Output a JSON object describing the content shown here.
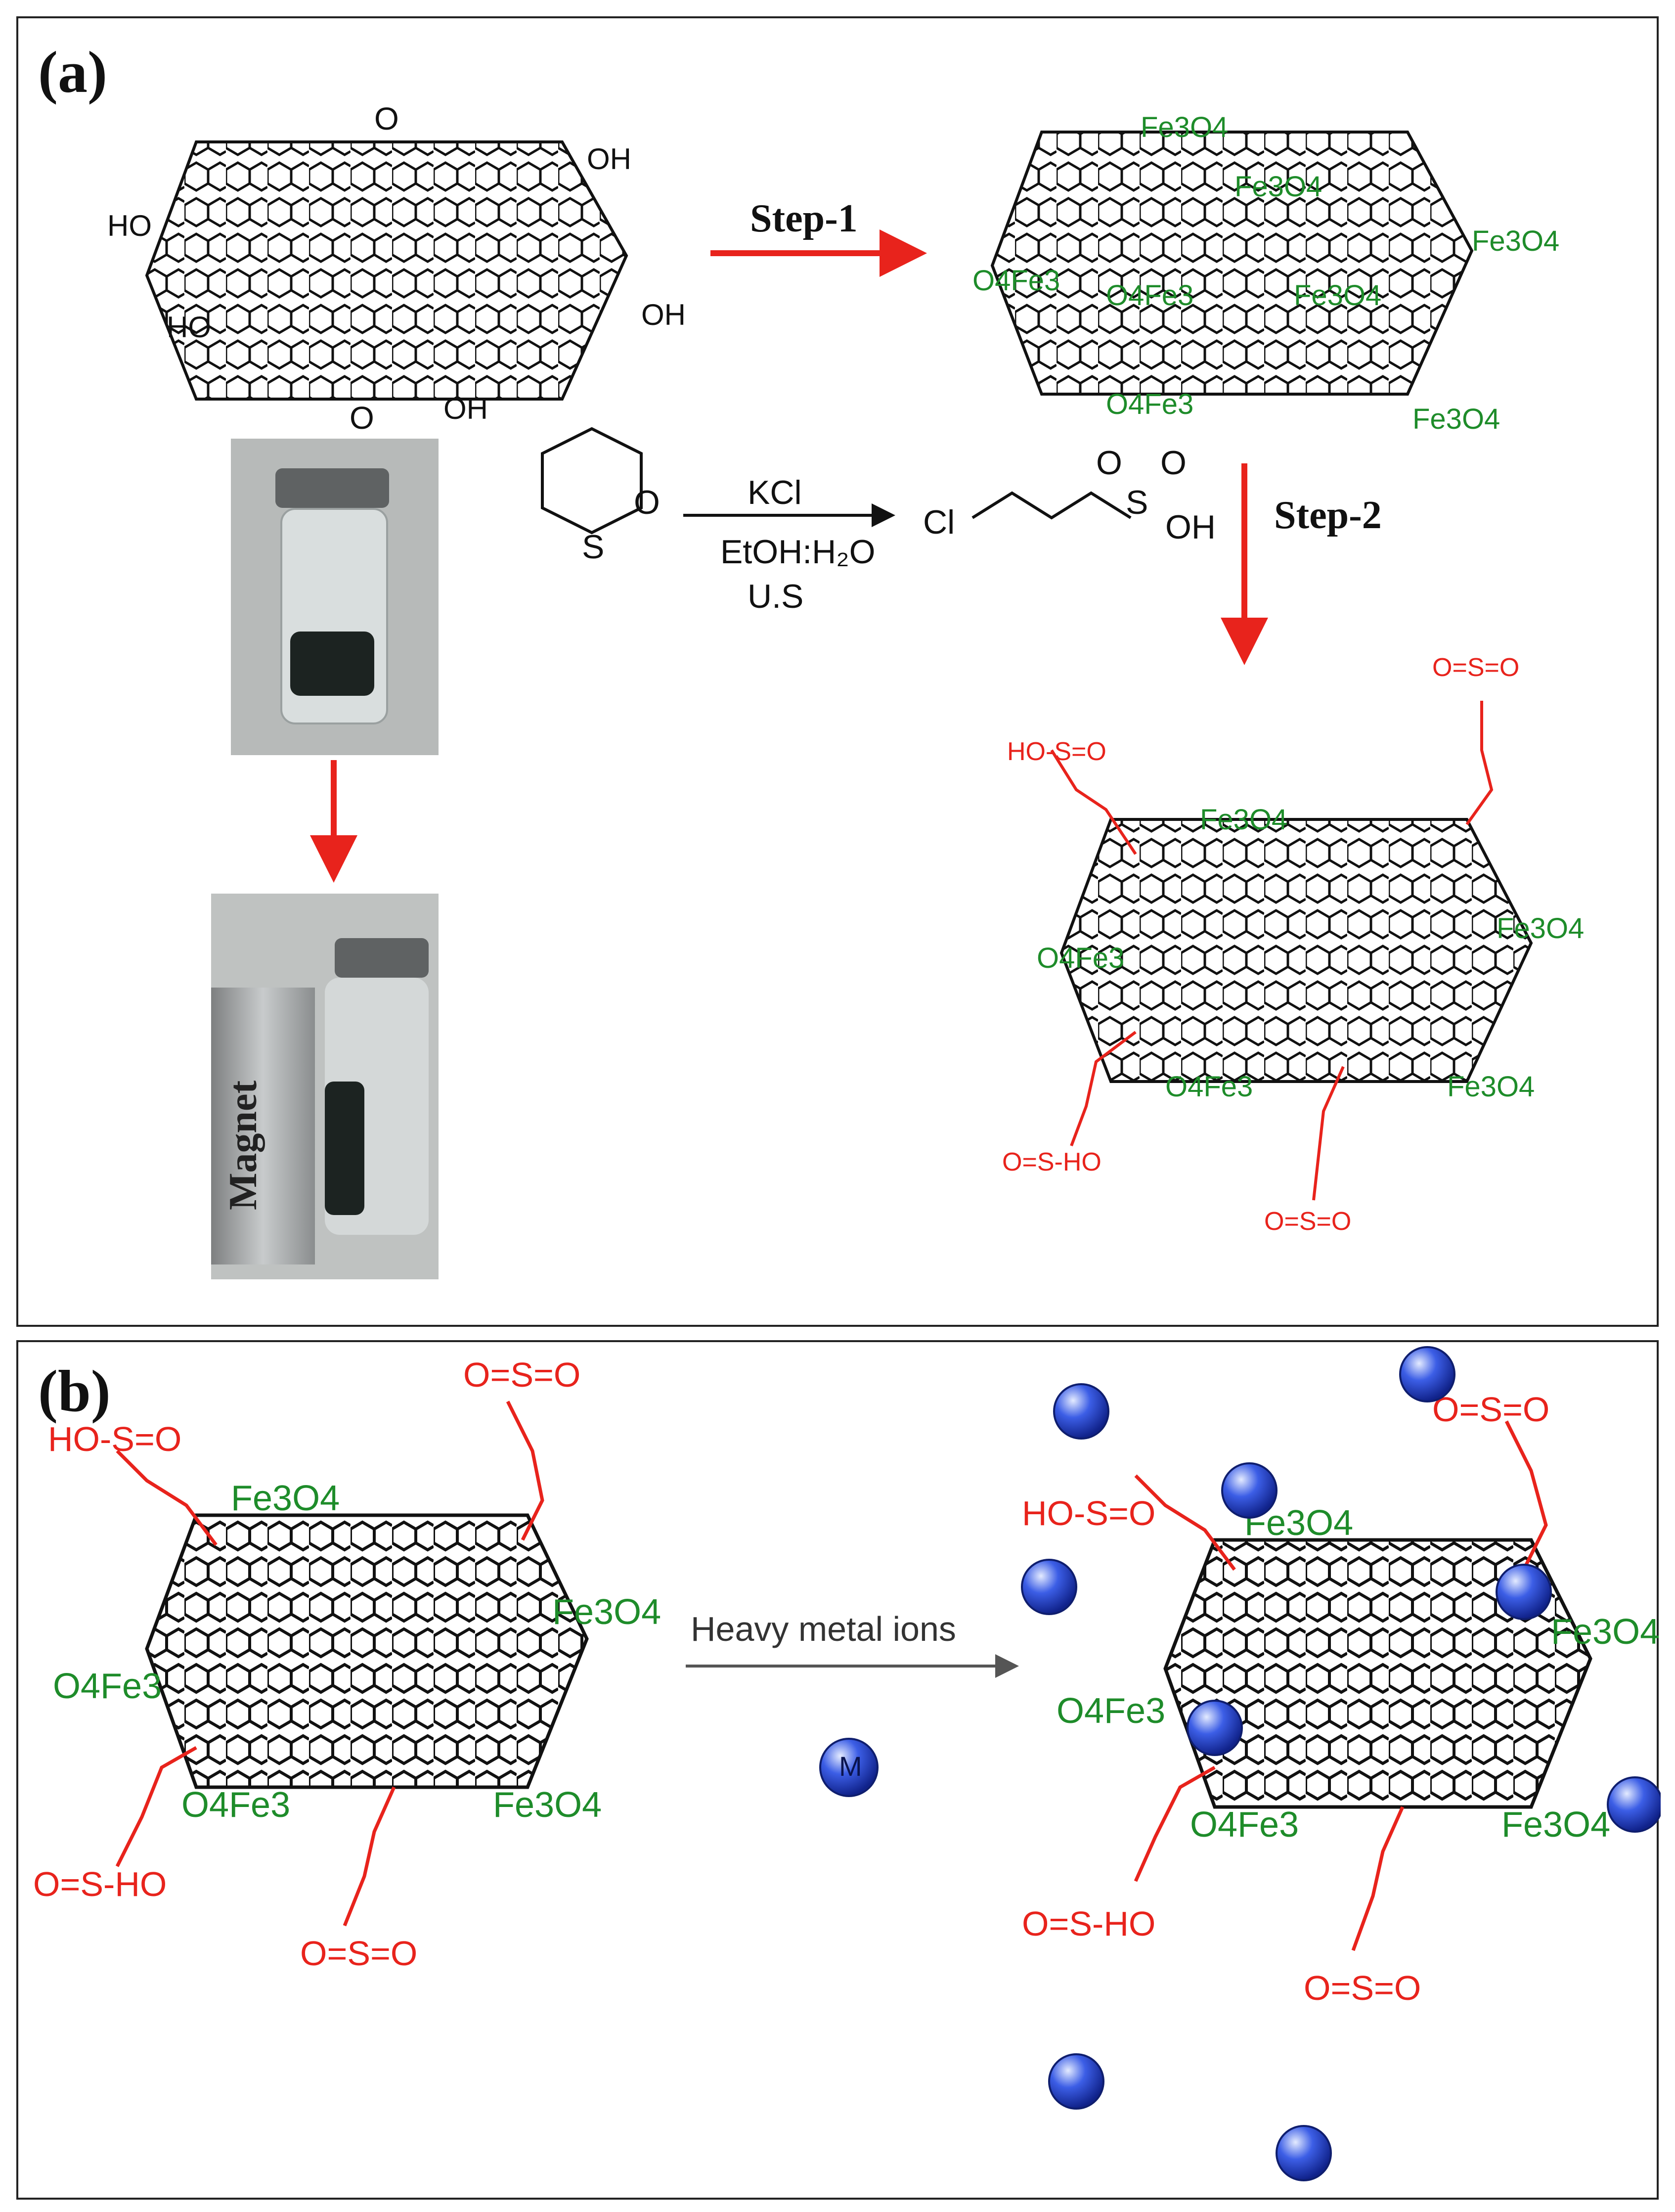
{
  "panel_a": {
    "label": "(a)",
    "step1": "Step-1",
    "step2": "Step-2",
    "reagent_top": "KCl",
    "reagent_solvent": "EtOH:H₂O",
    "reagent_condition": "U.S",
    "product_cl": "Cl",
    "product_so": "S",
    "product_oh": "OH",
    "product_o1": "O",
    "product_o2": "O",
    "sultone_o": "O",
    "sultone_s": "S",
    "magnet": "Magnet"
  },
  "panel_b": {
    "label": "(b)",
    "arrow_text": "Heavy metal ions",
    "metal_symbol": "M"
  },
  "colors": {
    "arrow_red": "#e8231c",
    "fe3o4_green": "#1e8c2a",
    "sulfonate_red": "#e8231c",
    "metal_blue": "#2f4fd8",
    "bond_black": "#111111"
  }
}
